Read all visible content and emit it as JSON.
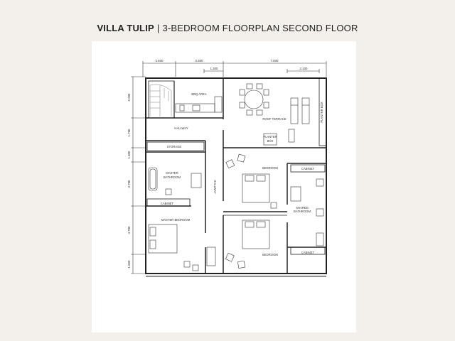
{
  "header": {
    "title_bold": "VILLA TULIP",
    "separator": "|",
    "title_rest": "3-BEDROOM FLOORPLAN SECOND FLOOR"
  },
  "plan": {
    "dims_top": [
      "2.600",
      "3.300",
      "1.300",
      "7.500",
      "2.100"
    ],
    "dims_left": [
      "2.250",
      "1.750",
      "1.300",
      "3.780",
      "4.780",
      "1.600"
    ],
    "rooms": {
      "bbq": "BBQ AREA",
      "roof_terrace": "ROOF TERRACE",
      "planter_box": "PLANTER BOX",
      "planter": "PLANTER",
      "planter_box_small": "BOX",
      "hallway_top": "HALLWAY",
      "hallway_vertical": "HALLWAY",
      "storage": "STORAGE",
      "master_bathroom_1": "MASTER",
      "master_bathroom_2": "BATHROOM",
      "cabinet_left": "CABINET",
      "master_bedroom": "MASTER BEDROOM",
      "bedroom_top": "BEDROOM",
      "bedroom_bottom": "BEDROOM",
      "cabinet_right_top": "CABINET",
      "cabinet_right_bottom": "CABINET",
      "shared_bathroom_1": "SHARED",
      "shared_bathroom_2": "BATHROOM"
    }
  }
}
